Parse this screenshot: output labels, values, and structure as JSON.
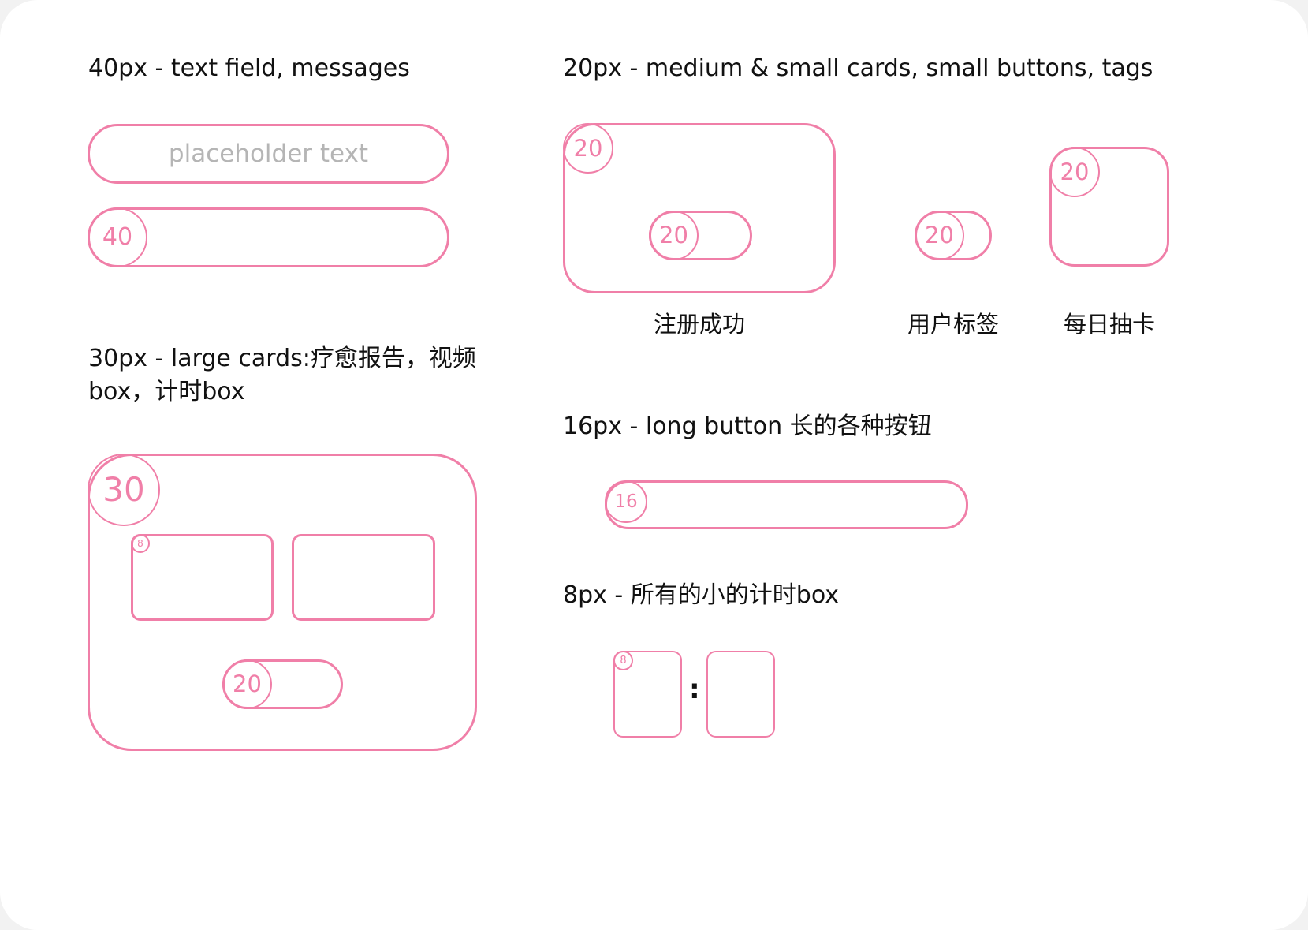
{
  "accent_color": "#f07fa8",
  "sections": {
    "r40": {
      "heading": "40px - text field, messages",
      "placeholder": "placeholder text",
      "badge": "40"
    },
    "r20": {
      "heading": "20px - medium & small cards, small buttons, tags",
      "card_badge": "20",
      "button_badge": "20",
      "tag_badge": "20",
      "daily_badge": "20",
      "label_register": "注册成功",
      "label_tag": "用户标签",
      "label_daily": "每日抽卡"
    },
    "r30": {
      "heading": "30px - large cards:疗愈报告，视频box，计时box",
      "badge": "30",
      "inner_card_badge": "8",
      "button_badge": "20"
    },
    "r16": {
      "heading": "16px - long button 长的各种按钮",
      "badge": "16"
    },
    "r8": {
      "heading": "8px - 所有的小的计时box",
      "badge": "8",
      "separator": ":"
    }
  }
}
